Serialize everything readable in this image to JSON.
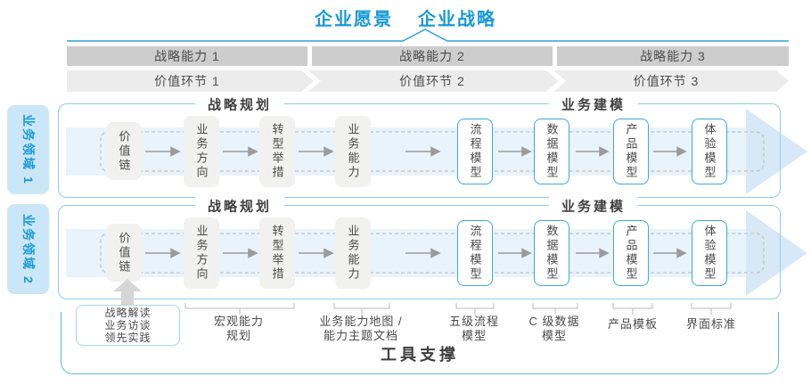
{
  "header": {
    "vision": "企业愿景",
    "strategy": "企业战略"
  },
  "capability_bars": [
    {
      "label": "战略能力 1"
    },
    {
      "label": "战略能力 2"
    },
    {
      "label": "战略能力 3"
    }
  ],
  "value_chain": [
    {
      "label": "价值环节 1"
    },
    {
      "label": "价值环节 2"
    },
    {
      "label": "价值环节 3"
    }
  ],
  "domain_tabs": [
    {
      "label": "业务领域 1"
    },
    {
      "label": "业务领域 2"
    }
  ],
  "panel": {
    "planning_title": "战略规划",
    "modeling_title": "业务建模",
    "planning_boxes": [
      "价值链",
      "业务方向",
      "转型举措",
      "业务能力"
    ],
    "modeling_boxes": [
      "流程模型",
      "数据模型",
      "产品模型",
      "体验模型"
    ]
  },
  "annotations": {
    "callout": [
      "战略解读",
      "业务访谈",
      "领先实践"
    ],
    "macro": [
      "宏观能力",
      "规划"
    ],
    "capability_map": [
      "业务能力地图 /",
      "能力主题文档"
    ],
    "process": [
      "五级流程",
      "模型"
    ],
    "data_model": [
      "C 级数据",
      "模型"
    ],
    "product": "产品模板",
    "ui_standard": "界面标准"
  },
  "footer": {
    "label": "工具支撑"
  },
  "colors": {
    "accent_blue": "#1899d6",
    "panel_border": "#8fccec",
    "model_box_border": "#3da8db",
    "domain_tab_fill": "#cbe7f7",
    "capability_bar_fill": "#cdcdcd",
    "value_band_fill": "#ececec",
    "flow_band_fill": "#e9f3fb",
    "flow_arrow_fill": "#cfe4f5",
    "footer_border": "#54b5e5",
    "text_dark": "#4a4a4a"
  }
}
